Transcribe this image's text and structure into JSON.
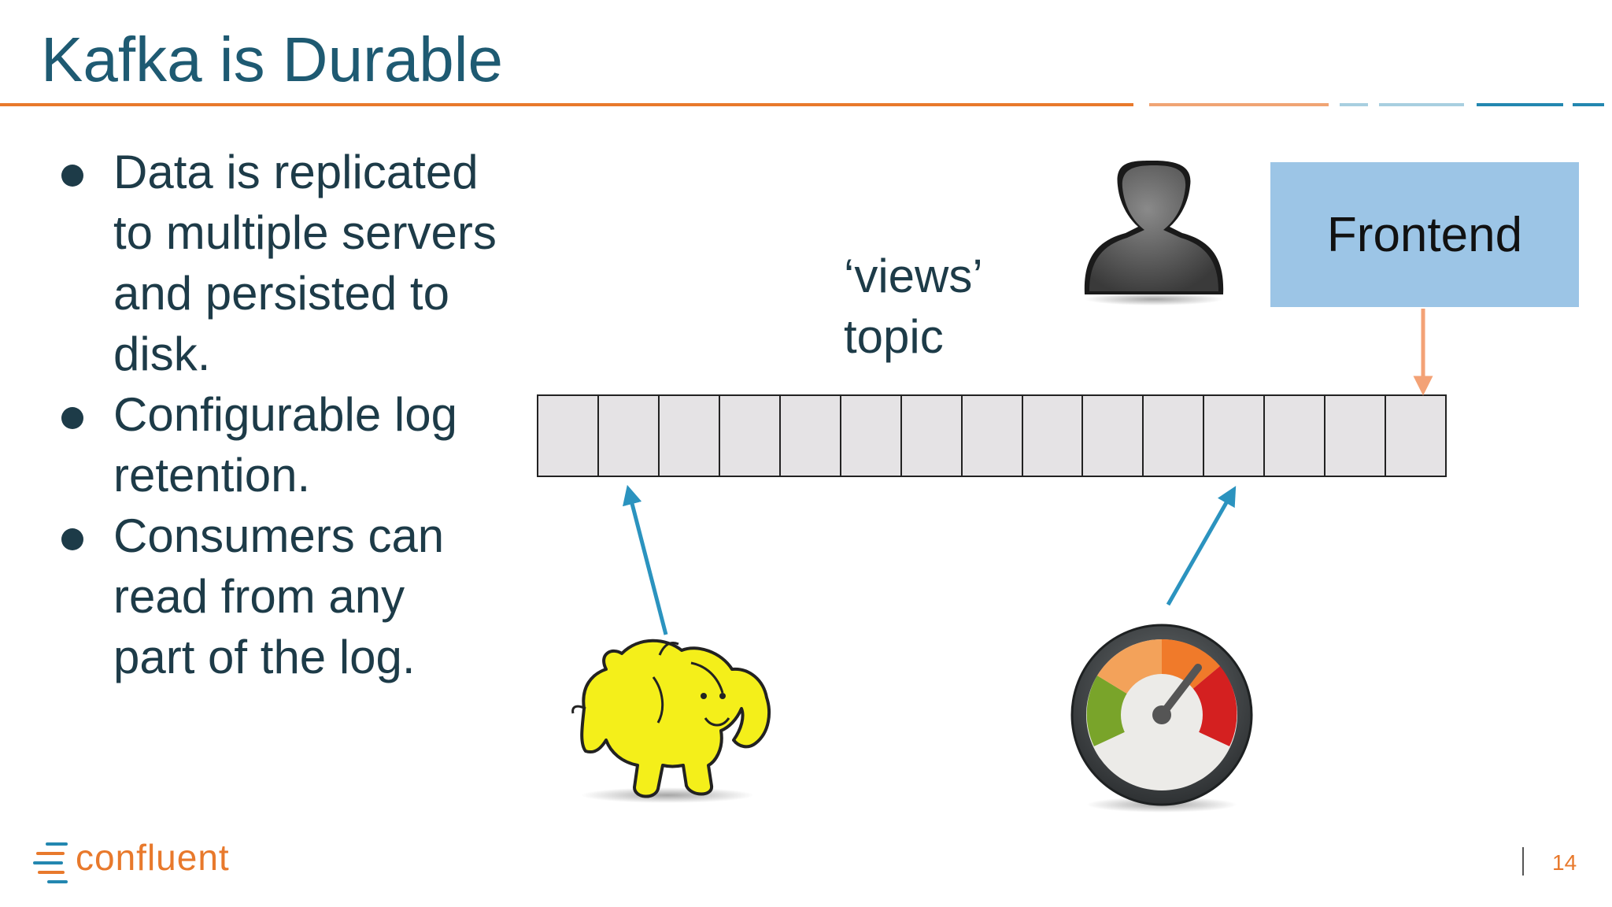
{
  "slide": {
    "title": "Kafka is Durable",
    "bullets": [
      "Data is replicated to multiple servers and persisted to disk.",
      "Configurable log retention.",
      "Consumers can read from any part of the log."
    ],
    "topic_label": "‘views’ topic",
    "frontend_label": "Frontend",
    "log_segments": 15,
    "footer": {
      "logo_text": "confluent",
      "page_number": "14"
    }
  },
  "colors": {
    "title": "#1e5a72",
    "accent_orange": "#e8792c",
    "accent_blue": "#2387b0",
    "frontend_box": "#9cc5e6",
    "log_cell": "#e5e3e5"
  },
  "icons": {
    "user": "user-silhouette-icon",
    "hadoop": "hadoop-elephant-icon",
    "dashboard": "speedometer-gauge-icon"
  }
}
